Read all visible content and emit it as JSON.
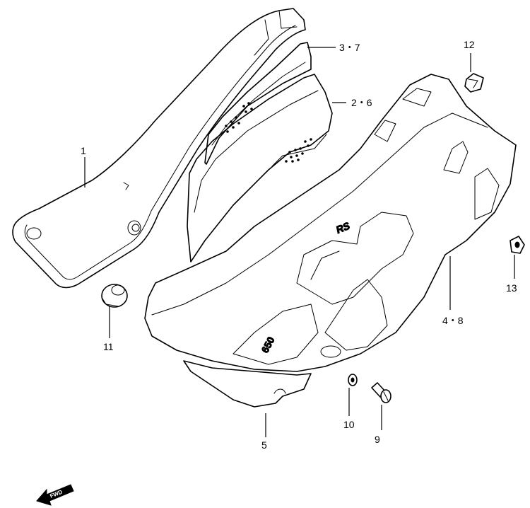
{
  "callouts": [
    {
      "id": "1",
      "text": "1"
    },
    {
      "id": "2-6",
      "text": "2・6"
    },
    {
      "id": "3-7",
      "text": "3・7"
    },
    {
      "id": "4-8",
      "text": "4・8"
    },
    {
      "id": "5",
      "text": "5"
    },
    {
      "id": "9",
      "text": "9"
    },
    {
      "id": "10",
      "text": "10"
    },
    {
      "id": "11",
      "text": "11"
    },
    {
      "id": "12",
      "text": "12"
    },
    {
      "id": "13",
      "text": "13"
    }
  ],
  "decal": {
    "logo": "RS",
    "model": "650"
  },
  "direction_arrow": {
    "text": "FWD",
    "icon": "forward-arrow-icon"
  }
}
